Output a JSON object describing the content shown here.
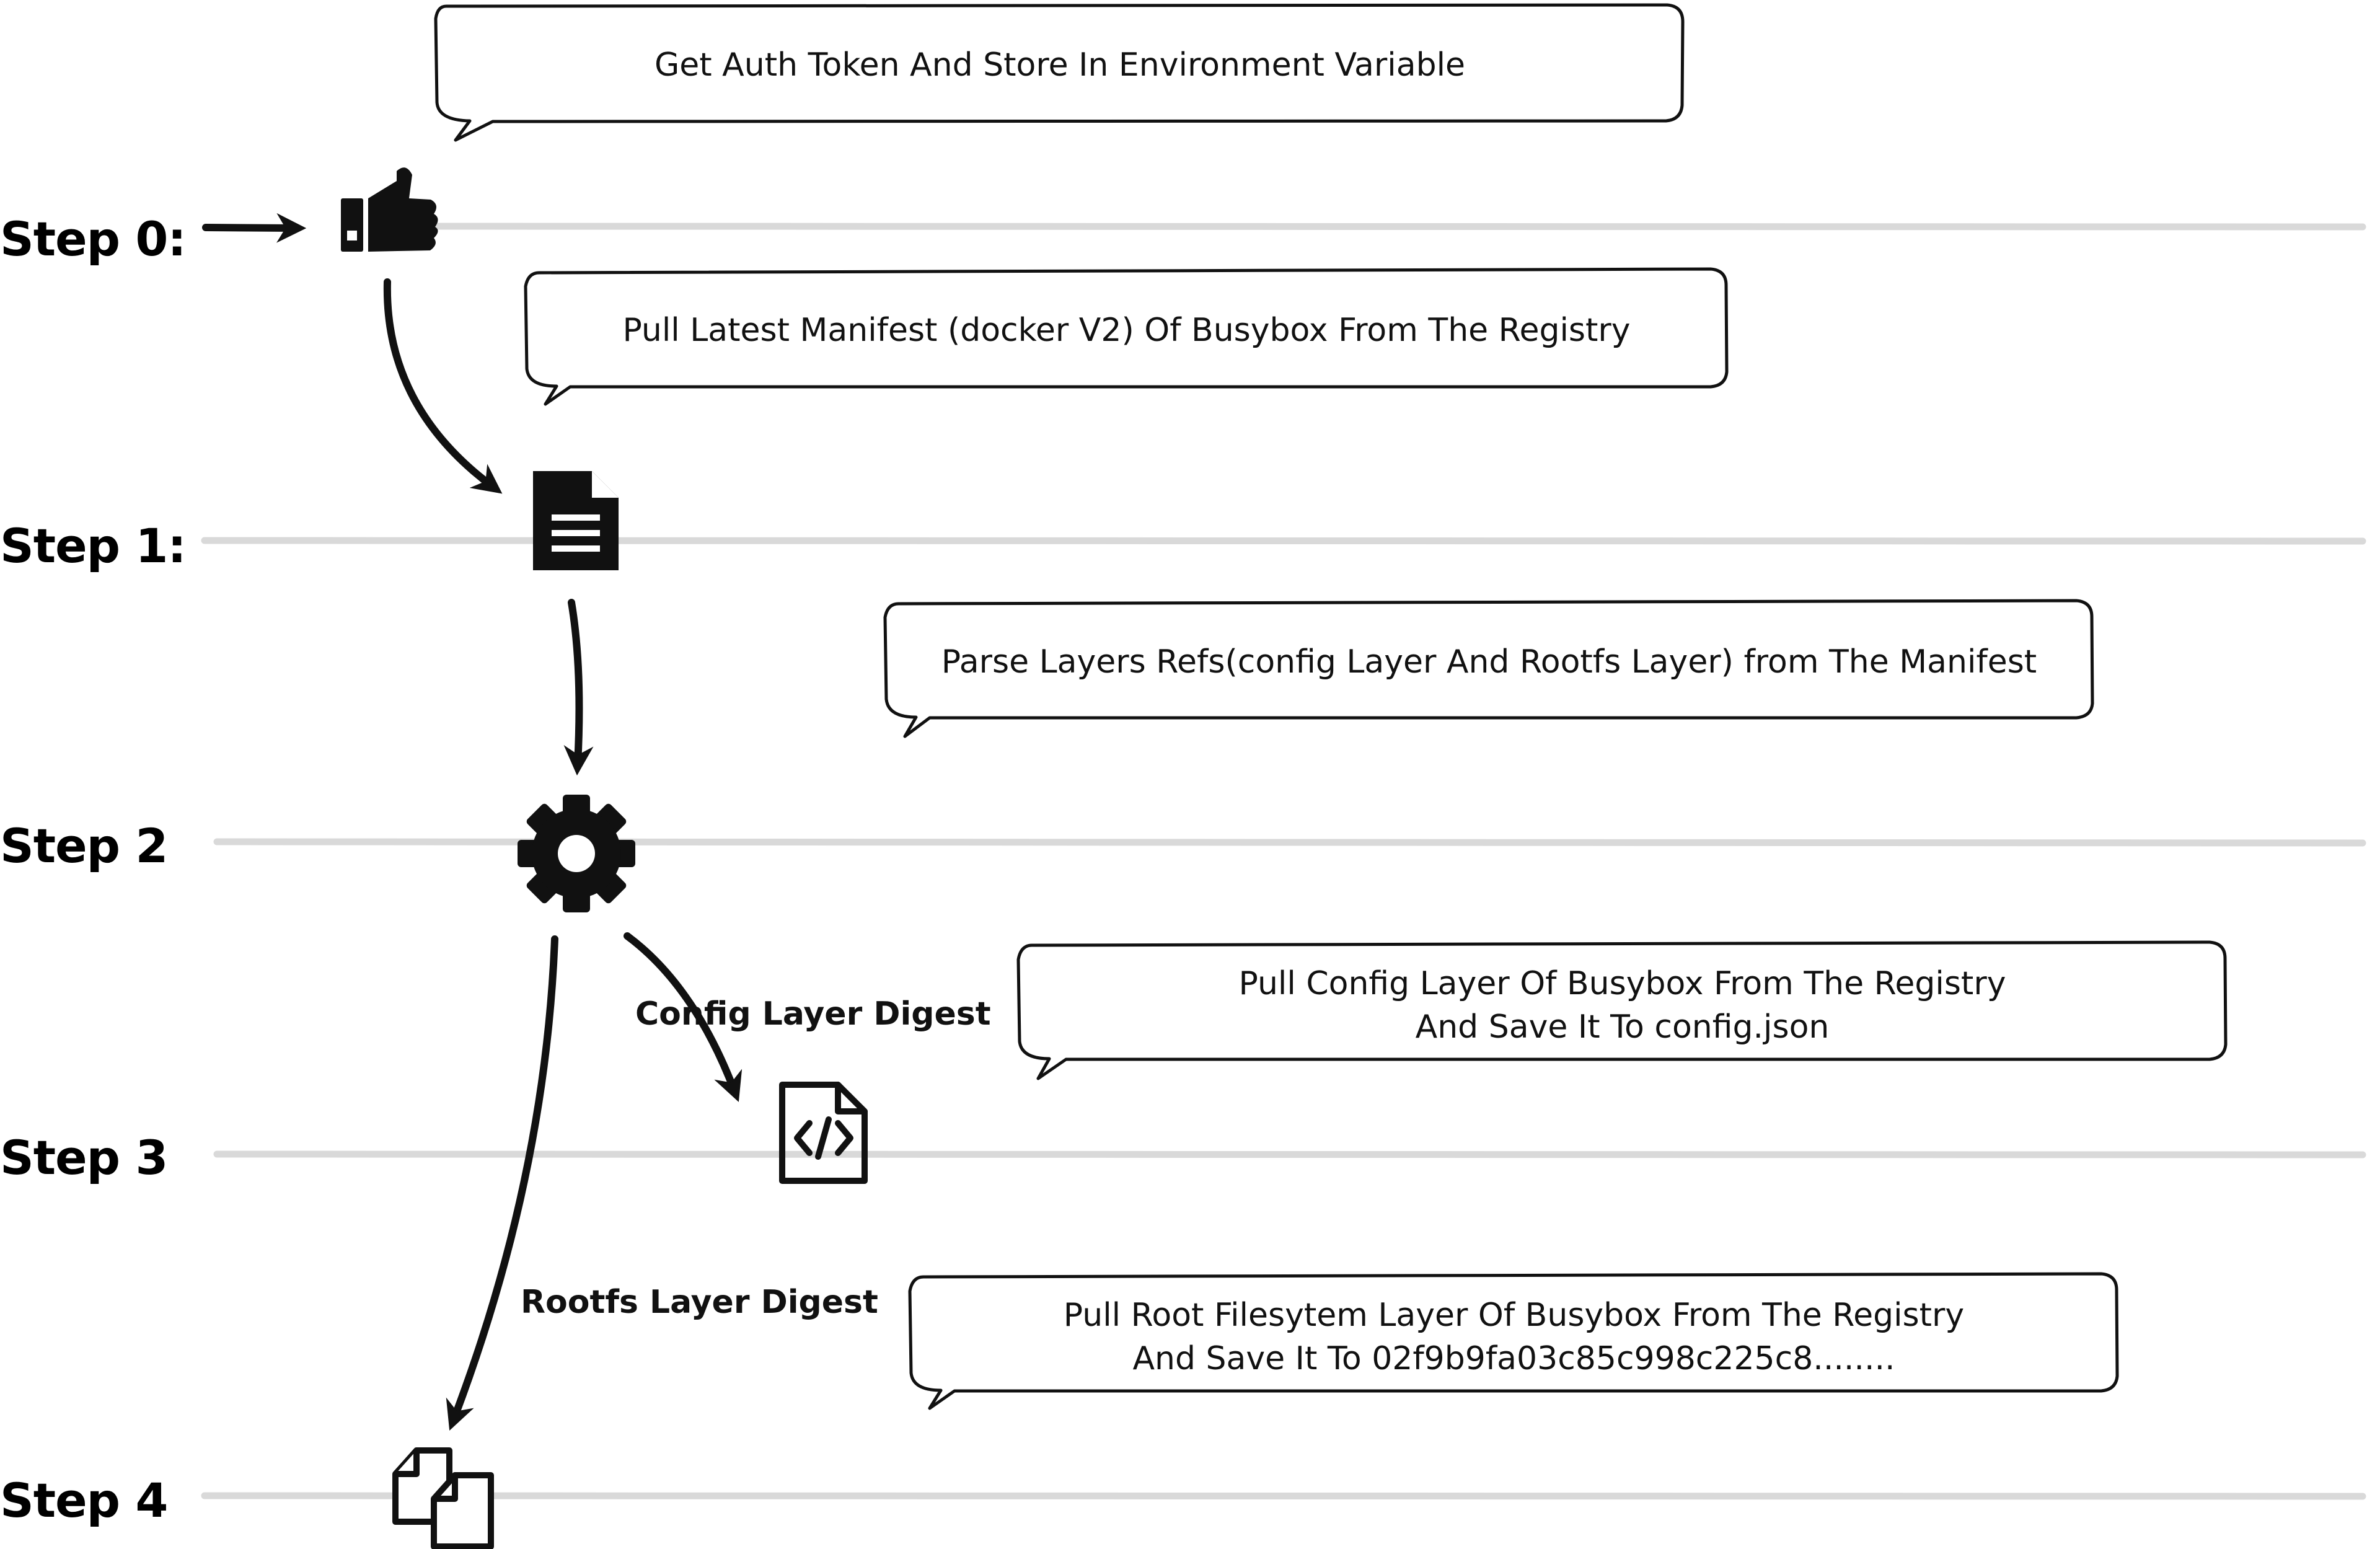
{
  "steps": [
    {
      "label": "Step 0:"
    },
    {
      "label": "Step 1:"
    },
    {
      "label": "Step 2"
    },
    {
      "label": "Step 3"
    },
    {
      "label": "Step 4"
    }
  ],
  "bubbles": [
    {
      "lines": [
        "Get Auth Token And Store In Environment Variable"
      ]
    },
    {
      "lines": [
        "Pull Latest Manifest (docker V2) Of Busybox From The Registry"
      ]
    },
    {
      "lines": [
        "Parse Layers Refs(config Layer And Rootfs Layer) from The Manifest"
      ]
    },
    {
      "lines": [
        "Pull Config Layer Of Busybox From The Registry",
        "And Save It To config.json"
      ]
    },
    {
      "lines": [
        "Pull Root Filesytem Layer Of Busybox From The Registry",
        "And Save It To 02f9b9fa03c85c998c225c8........"
      ]
    }
  ],
  "edge_labels": {
    "config": "Config Layer Digest",
    "rootfs": "Rootfs Layer Digest"
  },
  "icons": [
    "thumbs-up-icon",
    "document-icon",
    "gear-icon",
    "code-file-icon",
    "copy-files-icon"
  ],
  "colors": {
    "lane": "#d9d9d9",
    "ink": "#111111",
    "background": "#ffffff"
  }
}
